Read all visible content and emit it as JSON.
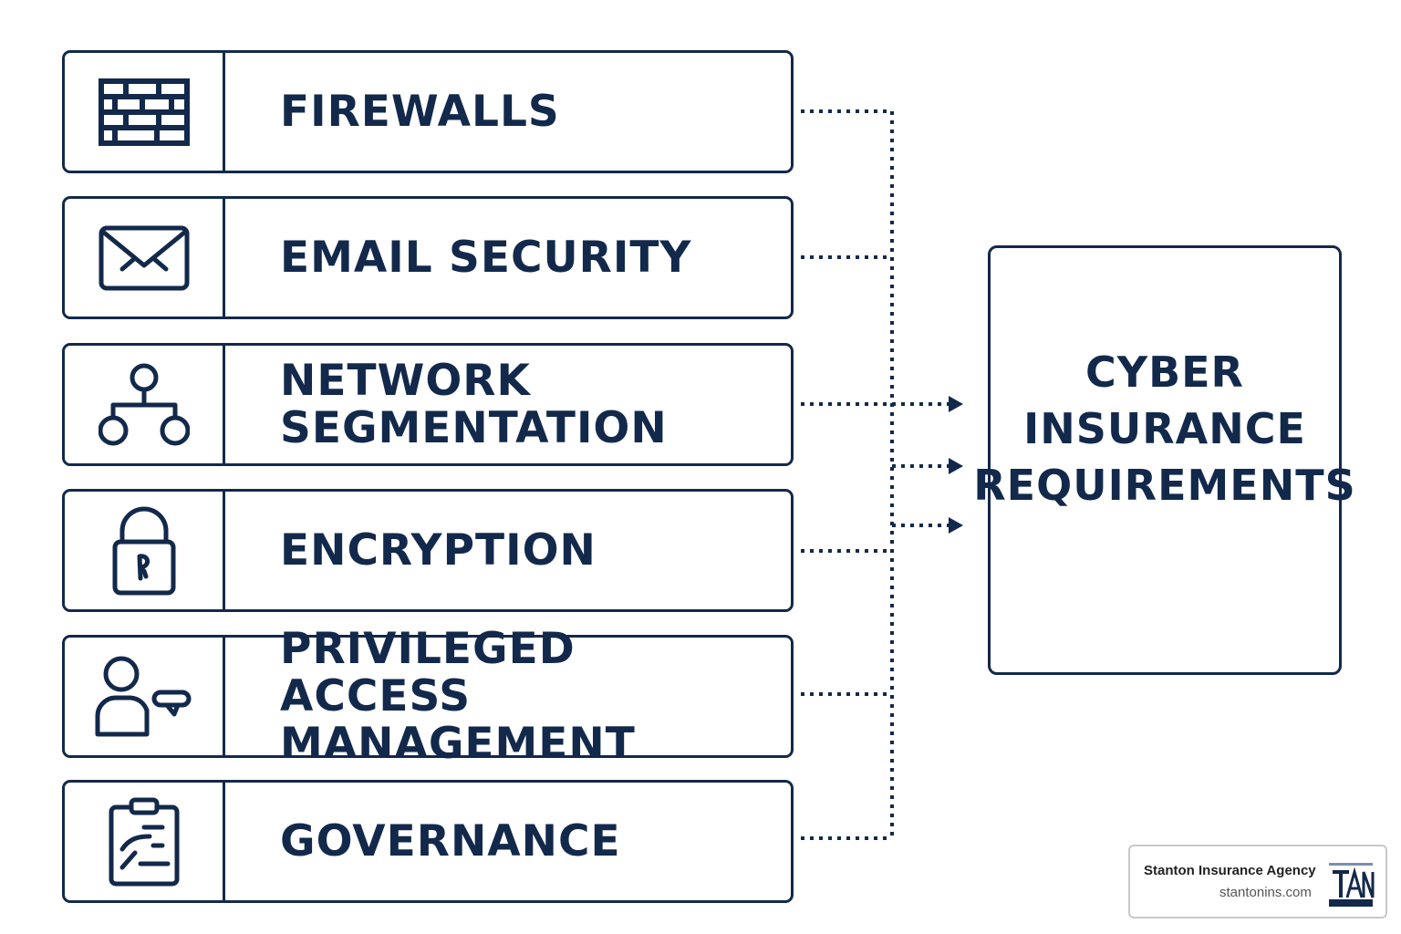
{
  "items": [
    {
      "label_lines": [
        "FIREWALLS"
      ],
      "icon": "brick-wall-icon"
    },
    {
      "label_lines": [
        "EMAIL SECURITY"
      ],
      "icon": "envelope-icon"
    },
    {
      "label_lines": [
        "NETWORK",
        "SEGMENTATION"
      ],
      "icon": "network-nodes-icon"
    },
    {
      "label_lines": [
        "ENCRYPTION"
      ],
      "icon": "padlock-icon"
    },
    {
      "label_lines": [
        "PRIVILEGED ACCESS",
        "MANAGEMENT"
      ],
      "icon": "user-key-icon"
    },
    {
      "label_lines": [
        "GOVERNANCE"
      ],
      "icon": "clipboard-icon"
    }
  ],
  "target": {
    "lines": [
      "CYBER",
      "INSURANCE",
      "REQUIREMENTS"
    ]
  },
  "badge": {
    "name": "Stanton Insurance Agency",
    "url": "stantonins.com",
    "logo_icon": "stanton-logo-icon"
  },
  "colors": {
    "ink": "#13294b"
  }
}
